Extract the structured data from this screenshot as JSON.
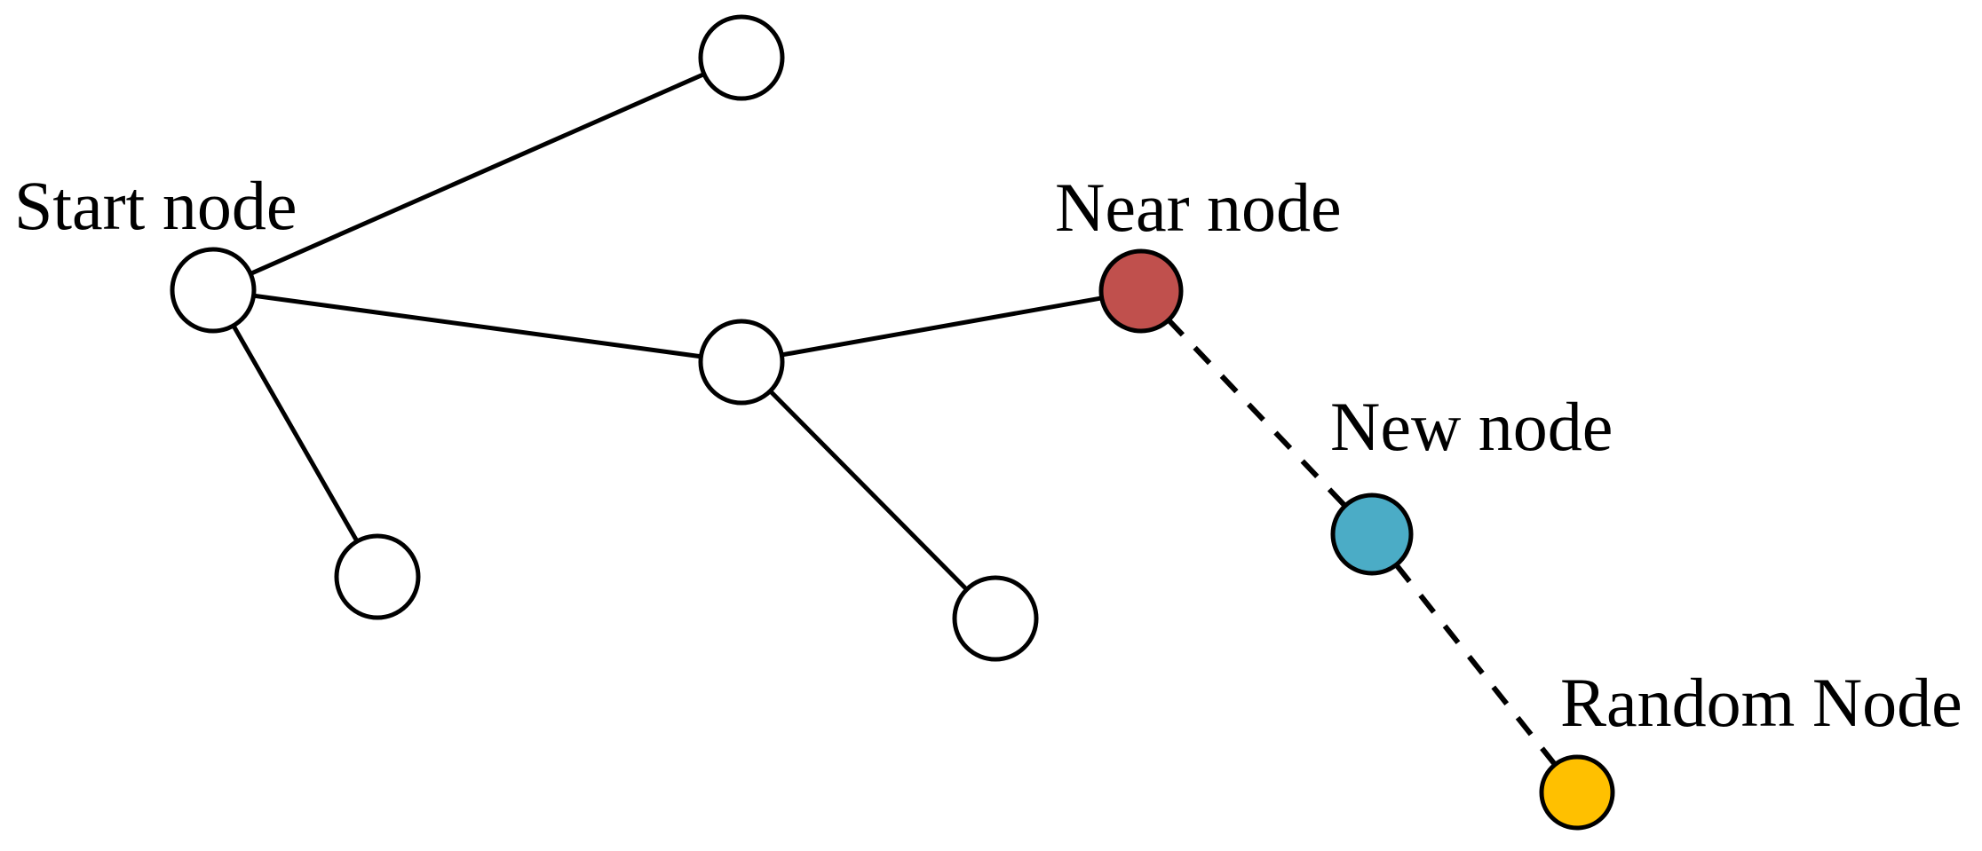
{
  "figure": {
    "background": "#ffffff",
    "line_color": "#000000"
  },
  "nodes": {
    "start": {
      "label": "Start node",
      "fill": "#ffffff"
    },
    "top": {
      "fill": "#ffffff"
    },
    "middle": {
      "fill": "#ffffff"
    },
    "bottom_left": {
      "fill": "#ffffff"
    },
    "bottom_middle": {
      "fill": "#ffffff"
    },
    "near": {
      "label": "Near node",
      "fill": "#c0504d"
    },
    "new": {
      "label": "New node",
      "fill": "#4bacc6"
    },
    "random": {
      "label": "Random Node",
      "fill": "#ffc000"
    }
  },
  "edges": {
    "solid": [
      [
        "start",
        "top"
      ],
      [
        "start",
        "middle"
      ],
      [
        "start",
        "bottom_left"
      ],
      [
        "middle",
        "near"
      ],
      [
        "middle",
        "bottom_middle"
      ]
    ],
    "dashed": [
      [
        "near",
        "new"
      ],
      [
        "new",
        "random"
      ]
    ]
  }
}
